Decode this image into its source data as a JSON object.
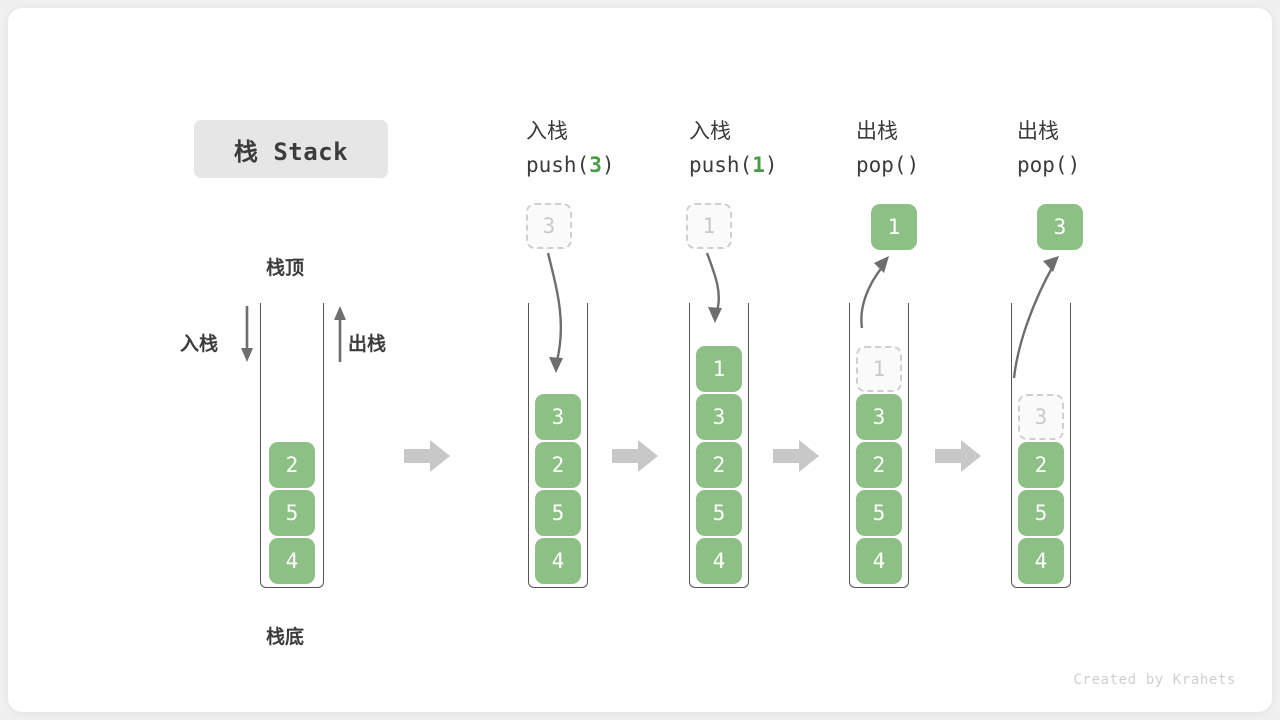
{
  "title": {
    "text": "栈 Stack"
  },
  "footer": {
    "text": "Created by Krahets"
  },
  "labels": {
    "top": "栈顶",
    "bottom": "栈底",
    "push": "入栈",
    "pop": "出栈"
  },
  "colors": {
    "element_fill": "#8cc084",
    "element_text": "#ffffff",
    "ghost_fill": "#fafafa",
    "ghost_border": "#cfcfcf",
    "ghost_text": "#c9c9c9",
    "accent_arg": "#4a9a46",
    "container_stroke": "#555555",
    "flow_arrow": "#c8c8c8",
    "curve_arrow": "#6e6e6e",
    "badge_bg": "#e6e6e6",
    "text": "#3c3c3c"
  },
  "stages": [
    {
      "id": "initial",
      "header_cn": "",
      "header_code": "",
      "stack": [
        "4",
        "5",
        "2"
      ],
      "ghost_top": null,
      "float_cell": null,
      "float_kind": null
    },
    {
      "id": "push-3",
      "header_cn": "入栈",
      "header_code_pre": "push(",
      "header_code_arg": "3",
      "header_code_post": ")",
      "stack": [
        "4",
        "5",
        "2",
        "3"
      ],
      "ghost_top": null,
      "float_cell": "3",
      "float_kind": "ghost"
    },
    {
      "id": "push-1",
      "header_cn": "入栈",
      "header_code_pre": "push(",
      "header_code_arg": "1",
      "header_code_post": ")",
      "stack": [
        "4",
        "5",
        "2",
        "3",
        "1"
      ],
      "ghost_top": null,
      "float_cell": "1",
      "float_kind": "ghost"
    },
    {
      "id": "pop-1",
      "header_cn": "出栈",
      "header_code_pre": "pop(",
      "header_code_arg": "",
      "header_code_post": ")",
      "stack": [
        "4",
        "5",
        "2",
        "3"
      ],
      "ghost_top": "1",
      "float_cell": "1",
      "float_kind": "solid"
    },
    {
      "id": "pop-2",
      "header_cn": "出栈",
      "header_code_pre": "pop(",
      "header_code_arg": "",
      "header_code_post": ")",
      "stack": [
        "4",
        "5",
        "2"
      ],
      "ghost_top": "3",
      "float_cell": "3",
      "float_kind": "solid"
    }
  ]
}
